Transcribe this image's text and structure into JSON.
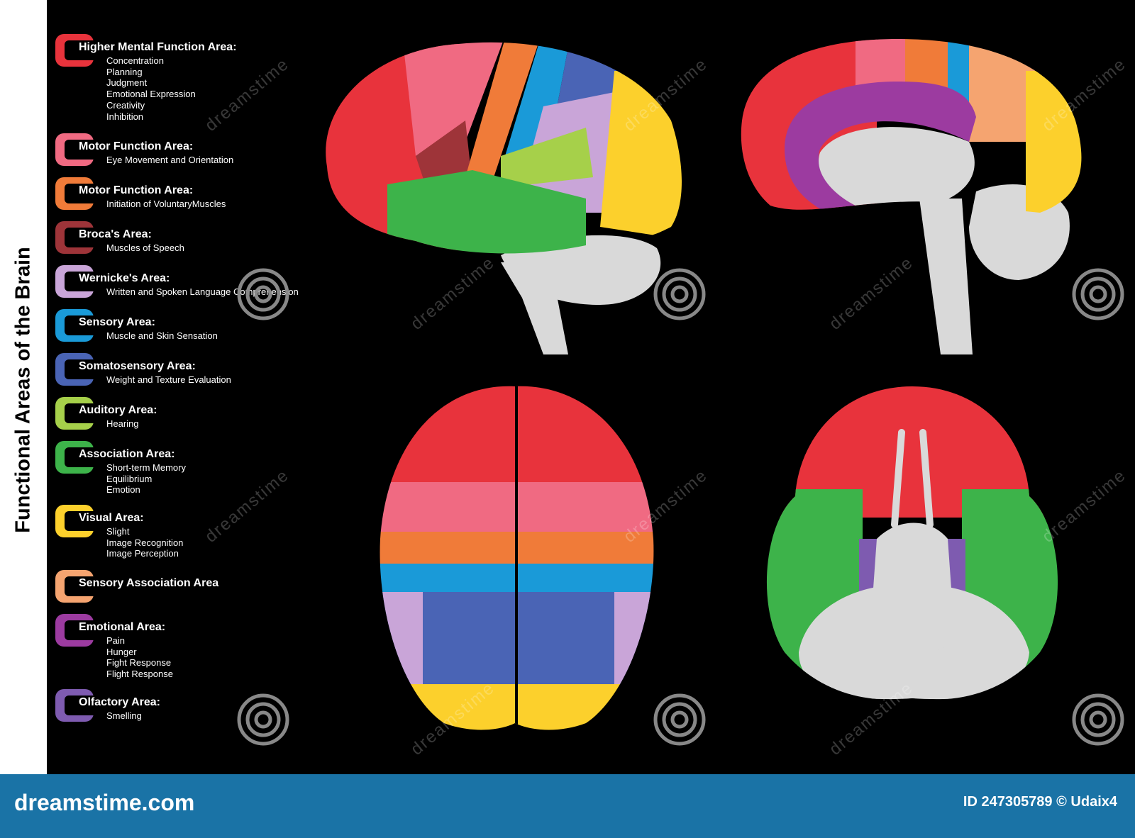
{
  "title": "Functional Areas of the Brain",
  "legend": [
    {
      "title": "Higher Mental Function Area:",
      "items": [
        "Concentration",
        "Planning",
        "Judgment",
        "Emotional Expression",
        "Creativity",
        "Inhibition"
      ],
      "color": "#e8333c"
    },
    {
      "title": "Motor Function Area:",
      "items": [
        "Eye Movement and Orientation"
      ],
      "color": "#f06a82"
    },
    {
      "title": "Motor Function Area:",
      "items": [
        "Initiation of VoluntaryMuscles"
      ],
      "color": "#f07b39"
    },
    {
      "title": "Broca's Area:",
      "items": [
        "Muscles of Speech"
      ],
      "color": "#9e3439"
    },
    {
      "title": "Wernicke's Area:",
      "items": [
        "Written and Spoken Language Comprehension"
      ],
      "color": "#c9a5d8"
    },
    {
      "title": "Sensory Area:",
      "items": [
        "Muscle and Skin Sensation"
      ],
      "color": "#1a9ad8"
    },
    {
      "title": "Somatosensory Area:",
      "items": [
        "Weight and Texture Evaluation"
      ],
      "color": "#4a64b5"
    },
    {
      "title": "Auditory Area:",
      "items": [
        "Hearing"
      ],
      "color": "#a6d04a"
    },
    {
      "title": "Association Area:",
      "items": [
        "Short-term Memory",
        "Equilibrium",
        "Emotion"
      ],
      "color": "#3db34a"
    },
    {
      "title": "Visual Area:",
      "items": [
        "Slight",
        "Image Recognition",
        "Image Perception"
      ],
      "color": "#fcd02c"
    },
    {
      "title": "Sensory Association Area",
      "items": [],
      "color": "#f5a470"
    },
    {
      "title": "Emotional Area:",
      "items": [
        "Pain",
        "Hunger",
        "Fight Response",
        "Flight Response"
      ],
      "color": "#9c3ba0"
    },
    {
      "title": "Olfactory Area:",
      "items": [
        "Smelling"
      ],
      "color": "#7e5bb0"
    }
  ],
  "watermark": "dreamstime",
  "footer": {
    "logo": "dreamstime.com",
    "id_text": "ID 247305789 © Udaix4"
  },
  "colors": {
    "background": "#000000",
    "footer": "#1a73a6",
    "brainstem": "#d9d9d9"
  }
}
